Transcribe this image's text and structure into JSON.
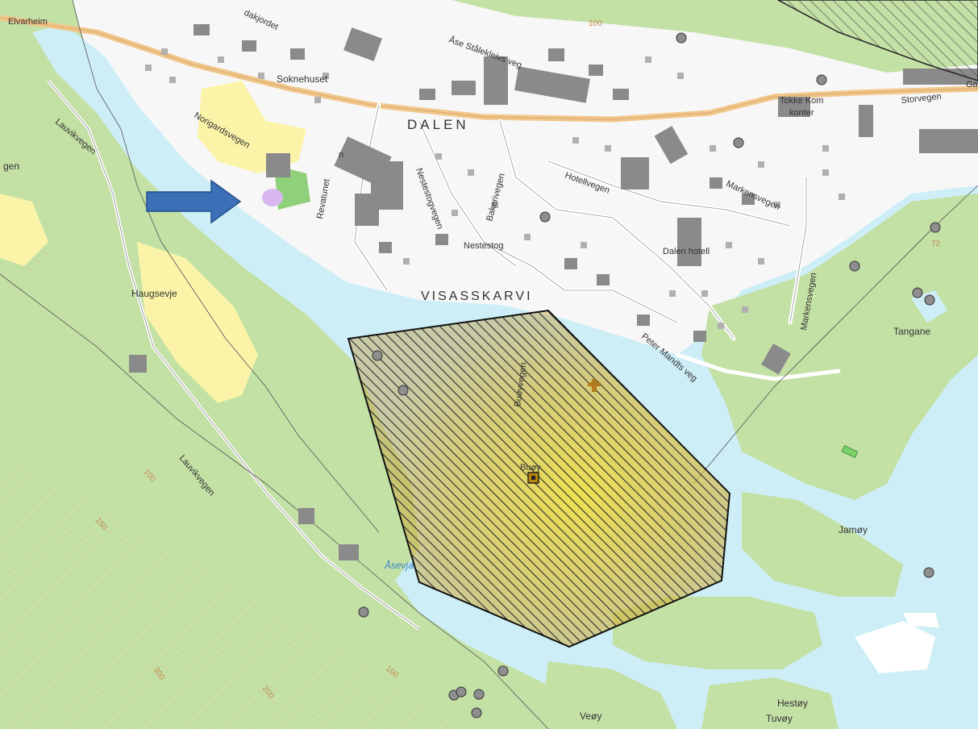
{
  "map": {
    "place_labels": {
      "elvarheim": "Elvarheim",
      "gen": "gen",
      "soknehuset": "Soknehuset",
      "dalen": "DALEN",
      "tokke_kom_1": "Tokke Kom",
      "tokke_kom_2": "konter",
      "nestestog": "Nestestog",
      "dalen_hotell": "Dalen hotell",
      "visasskarvi": "VISASSKARVI",
      "haugsevje": "Haugsevje",
      "tangane": "Tangane",
      "buoy": "Buøy",
      "jamoy": "Jamøy",
      "veoy": "Veøy",
      "hestoy": "Hestøy",
      "tuvoy": "Tuvøy",
      "ga": "Ga"
    },
    "road_labels": {
      "akkjordet": "dakjordet",
      "ase_stalekleivs_veg": "Åse Stålekleivs veg",
      "storvegen": "Storvegen",
      "lauvikvegen_1": "Lauvikvegen",
      "lauvikvegen_2": "Lauvikvegen",
      "norigardsvegen": "Norigardsvegen",
      "revatunet": "Revatunet",
      "nestestogvegen": "Nestestogvegen",
      "bakerivegen": "Bakerivegen",
      "hotellvegen": "Hotellvegen",
      "markensvegen_1": "Markensvegen",
      "markensvegen_2": "Markensvegen",
      "buoyvegen": "Buøyvegen",
      "peter_mandts_veg": "Peter Mandts veg",
      "n": "n"
    },
    "water_labels": {
      "asevja": "Åsevja"
    },
    "contour_labels": {
      "c100_a": "100",
      "c100_b": "100",
      "c100_c": "100",
      "c150": "150",
      "c200": "200",
      "c300": "300",
      "c72": "72"
    },
    "colors": {
      "water": "#cdeef6",
      "forest": "#c3e0a5",
      "meadow": "#fbf4a8",
      "built": "#f7f7f7",
      "building": "#8a8a8a",
      "main_road": "#f2c588",
      "hatch": "#2b2b2b",
      "zone_fill": "#e2bd3a",
      "arrow": "#3b6fb6",
      "point": "#8e8e8e"
    },
    "icons": {
      "arrow": "right-arrow-icon",
      "point": "circle-marker-icon",
      "site": "square-marker-icon",
      "church": "cross-marker-icon"
    }
  }
}
